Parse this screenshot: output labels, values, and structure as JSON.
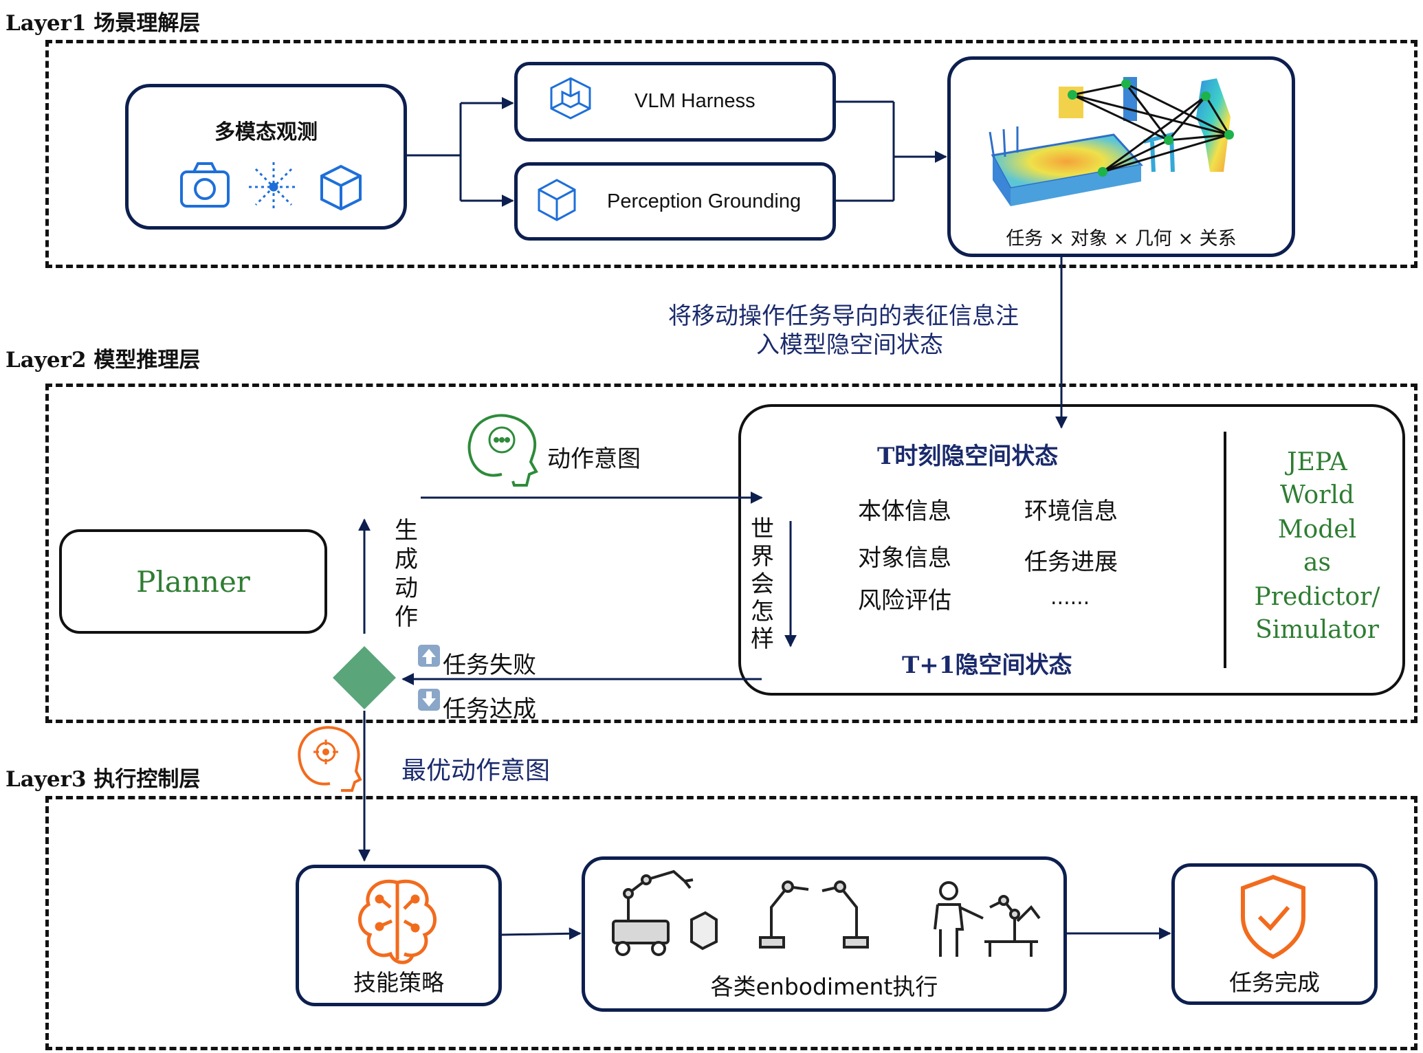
{
  "layers": {
    "layer1": "Layer1 场景理解层",
    "layer2": "Layer2 模型推理层",
    "layer3": "Layer3 执行控制层"
  },
  "layer1": {
    "observation_title": "多模态观测",
    "vlm_label": "VLM Harness",
    "perception_label": "Perception Grounding",
    "scene_caption": "任务 × 对象 × 几何 × 关系",
    "inject_note_line1": "将移动操作任务导向的表征信息注",
    "inject_note_line2": "入模型隐空间状态"
  },
  "layer2": {
    "planner_label": "Planner",
    "intent_label": "动作意图",
    "generate_action": [
      "生",
      "成",
      "动",
      "作"
    ],
    "world_how": [
      "世",
      "界",
      "会",
      "怎",
      "样"
    ],
    "t_state": "T时刻隐空间状态",
    "t1_state": "T+1隐空间状态",
    "info_items": [
      "本体信息",
      "环境信息",
      "对象信息",
      "任务进展",
      "风险评估",
      "......"
    ],
    "jepa_lines": [
      "JEPA",
      "World",
      "Model",
      "as",
      "Predictor/",
      "Simulator"
    ],
    "task_fail": "任务失败",
    "task_success": "任务达成",
    "best_intent": "最优动作意图"
  },
  "layer3": {
    "skill_policy": "技能策略",
    "embodiment_exec": "各类enbodiment执行",
    "task_done": "任务完成"
  },
  "colors": {
    "navy": "#0d1f4f",
    "blue_icon": "#1e6fd9",
    "green_text": "#2e7d32",
    "diamond": "#5aa57a",
    "orange": "#f26b1d"
  }
}
